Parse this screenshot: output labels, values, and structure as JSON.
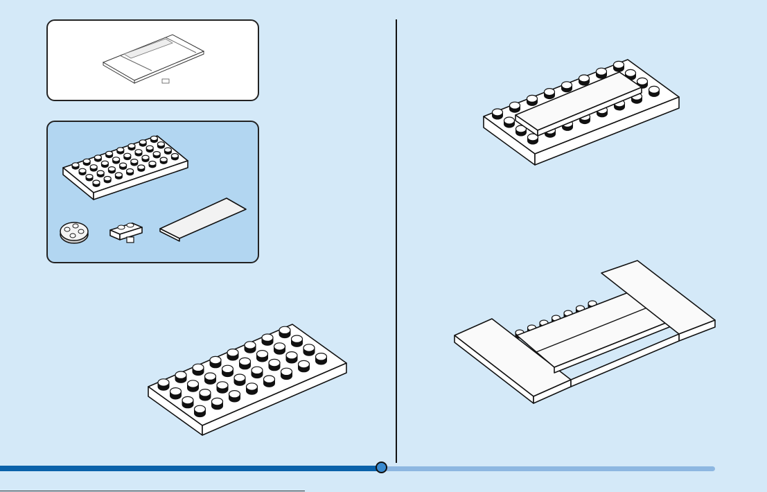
{
  "page": {
    "background": "#d4e9f8",
    "parts_panel_color": "#b2d6f1",
    "progress_color": "#0a62aa",
    "progress_remaining_color": "#8db7e1",
    "progress_fraction": 0.5
  },
  "illustrations": {
    "preview": "finished-model-preview",
    "parts": [
      "4x8-plate",
      "round-turntable-plate",
      "1x2-plate-with-clip",
      "2x6-tile"
    ],
    "steps": [
      "step-base-plate",
      "step-tile-on-plate",
      "step-finished-assembly"
    ]
  }
}
